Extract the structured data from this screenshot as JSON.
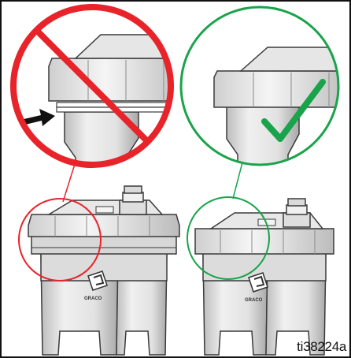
{
  "figure": {
    "id_label": "ti38224a",
    "brand_mark": "GRACO"
  },
  "panels": [
    {
      "name": "incorrect",
      "status_icon": "prohibition-icon",
      "status_color": "#e8232a",
      "pointer_icon": "arrow-right-icon"
    },
    {
      "name": "correct",
      "status_icon": "checkmark-icon",
      "status_color": "#1aa34a"
    }
  ],
  "colors": {
    "border": "#111111",
    "part_fill": "#e6e6e6",
    "part_shade": "#c9c9c9",
    "part_outline": "#3a3a3a"
  }
}
